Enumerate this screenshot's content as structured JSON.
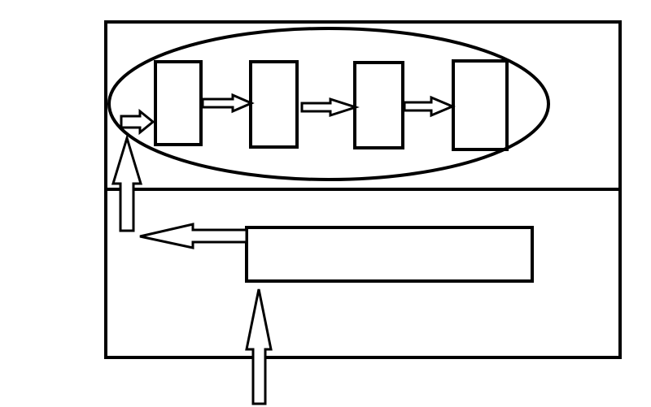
{
  "diagram": {
    "stroke_color": "#000000",
    "fill_color": "#ffffff",
    "pipeline": {
      "box_count": 4
    },
    "connections": [
      {
        "from": "pipeline-box-1",
        "to": "pipeline-box-2"
      },
      {
        "from": "pipeline-box-2",
        "to": "pipeline-box-3"
      },
      {
        "from": "pipeline-box-3",
        "to": "pipeline-box-4"
      },
      {
        "from": "wide-box",
        "to": "left-vertical-arrow"
      },
      {
        "from": "left-vertical-arrow",
        "to": "pipeline-box-1"
      },
      {
        "from": "external-input",
        "to": "wide-box"
      }
    ]
  }
}
